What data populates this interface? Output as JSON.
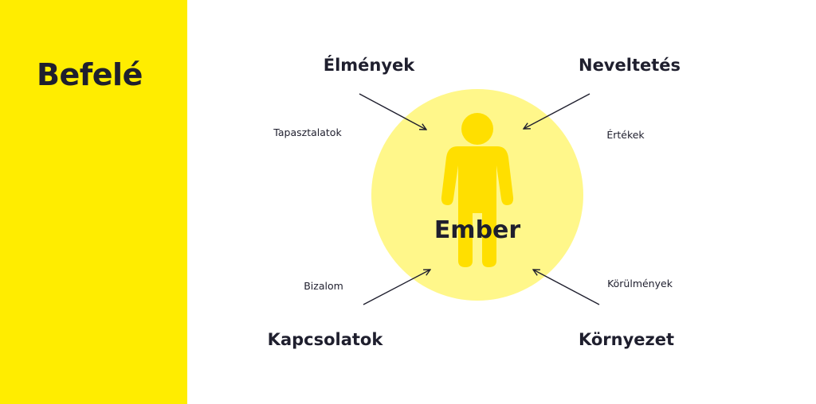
{
  "title": "Befelé",
  "center_label": "Ember",
  "nodes": {
    "top_left": {
      "label": "Élmények",
      "sub": "Tapasztalatok"
    },
    "top_right": {
      "label": "Neveltetés",
      "sub": "Értékek"
    },
    "bottom_left": {
      "label": "Kapcsolatok",
      "sub": "Bizalom"
    },
    "bottom_right": {
      "label": "Környezet",
      "sub": "Körülmények"
    }
  },
  "colors": {
    "brand_yellow": "#ffed00",
    "circle": "#fff78a",
    "figure": "#ffdf00",
    "text": "#1f1f2e"
  }
}
